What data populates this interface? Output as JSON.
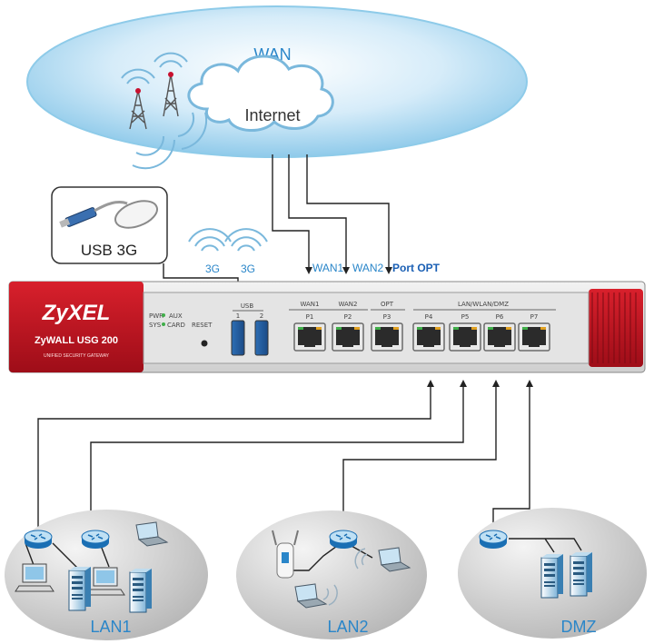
{
  "wan": {
    "label": "WAN",
    "cloud_label": "Internet"
  },
  "usb_box": {
    "label": "USB 3G"
  },
  "wireless": {
    "left": "3G",
    "right": "3G"
  },
  "ports_top": {
    "wan1": "WAN1",
    "wan2": "WAN2",
    "opt": "Port OPT"
  },
  "device": {
    "brand": "ZyXEL",
    "model": "ZyWALL USG 200",
    "tagline": "UNIFIED SECURITY GATEWAY",
    "led_pwr": "PWR",
    "led_sys": "SYS",
    "led_aux": "AUX",
    "led_card": "CARD",
    "reset": "RESET",
    "usb": "USB",
    "usb1": "1",
    "usb2": "2",
    "hdr_wan1": "WAN1",
    "hdr_wan2": "WAN2",
    "hdr_opt": "OPT",
    "hdr_lan": "LAN/WLAN/DMZ",
    "p1": "P1",
    "p2": "P2",
    "p3": "P3",
    "p4": "P4",
    "p5": "P5",
    "p6": "P6",
    "p7": "P7"
  },
  "zones": {
    "lan1": "LAN1",
    "lan2": "LAN2",
    "dmz": "DMZ"
  },
  "colors": {
    "accent_blue": "#2a86c9",
    "device_red": "#c8102e",
    "opt_blue": "#1a5fb4"
  }
}
